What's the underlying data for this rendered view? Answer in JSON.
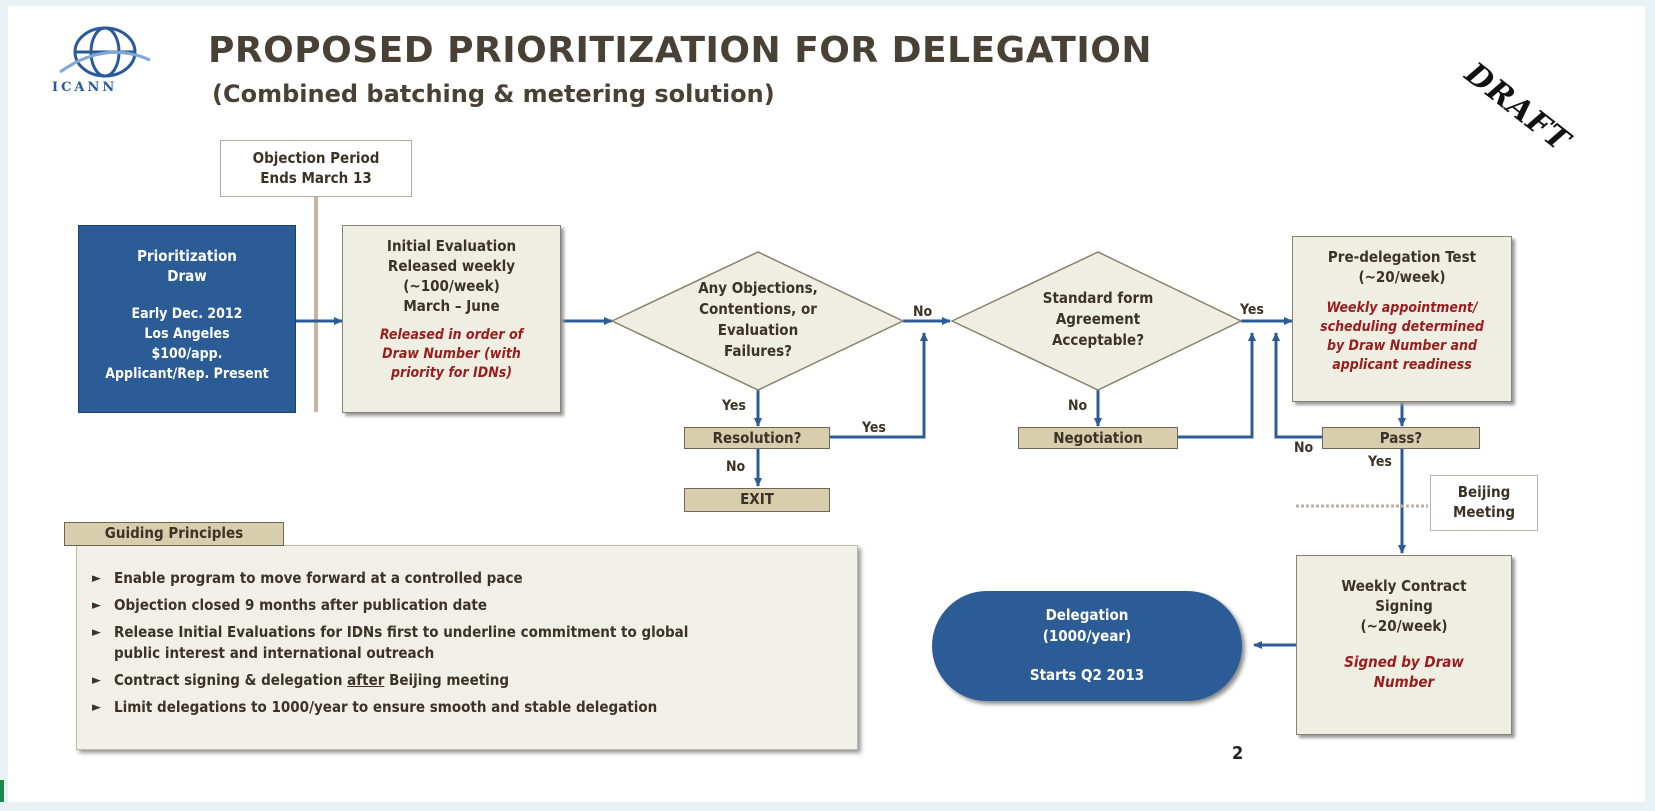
{
  "header": {
    "title": "PROPOSED PRIORITIZATION FOR DELEGATION",
    "subtitle": "(Combined batching & metering solution)",
    "logo_text": "ICANN",
    "draft_stamp": "DRAFT"
  },
  "objection": {
    "line1": "Objection Period",
    "line2": "Ends March 13"
  },
  "draw": {
    "line1": "Prioritization",
    "line2": "Draw",
    "line3": "Early Dec. 2012",
    "line4": "Los Angeles",
    "line5": "$100/app.",
    "line6": "Applicant/Rep. Present"
  },
  "initial_eval": {
    "line1": "Initial Evaluation",
    "line2": "Released weekly",
    "line3": "(~100/week)",
    "line4": "March – June",
    "note1": "Released in order of",
    "note2": "Draw Number  (with",
    "note3": "priority for IDNs)"
  },
  "objections_decision": {
    "line1": "Any Objections,",
    "line2": "Contentions, or",
    "line3": "Evaluation",
    "line4": "Failures?"
  },
  "agreement_decision": {
    "line1": "Standard form",
    "line2": "Agreement",
    "line3": "Acceptable?"
  },
  "predelegation": {
    "line1": "Pre-delegation Test",
    "line2": "(~20/week)",
    "note1": "Weekly appointment/",
    "note2": "scheduling determined",
    "note3": "by Draw Number and",
    "note4": "applicant readiness"
  },
  "resolution": "Resolution?",
  "exit": "EXIT",
  "negotiation": "Negotiation",
  "pass": "Pass?",
  "beijing": {
    "line1": "Beijing",
    "line2": "Meeting"
  },
  "contract": {
    "line1": "Weekly Contract",
    "line2": "Signing",
    "line3": "(~20/week)",
    "note1": "Signed by Draw",
    "note2": "Number"
  },
  "delegation": {
    "line1": "Delegation",
    "line2": "(1000/year)",
    "line3": "Starts Q2 2013"
  },
  "labels": {
    "yes_obj": "Yes",
    "no_obj": "No",
    "yes_res": "Yes",
    "no_res": "No",
    "no_agree": "No",
    "yes_agree": "Yes",
    "no_pass": "No",
    "yes_pass": "Yes"
  },
  "guiding": {
    "title": "Guiding Principles",
    "item1": "Enable program to move forward at a controlled pace",
    "item2": "Objection closed 9 months after publication date",
    "item3a": "Release Initial Evaluations for IDNs first to underline commitment to global",
    "item3b": "public interest and international outreach",
    "item4a": "Contract signing & delegation ",
    "item4b": "after",
    "item4c": " Beijing meeting",
    "item5": "Limit delegations to 1000/year to ensure smooth and stable delegation"
  },
  "page_number": "2"
}
